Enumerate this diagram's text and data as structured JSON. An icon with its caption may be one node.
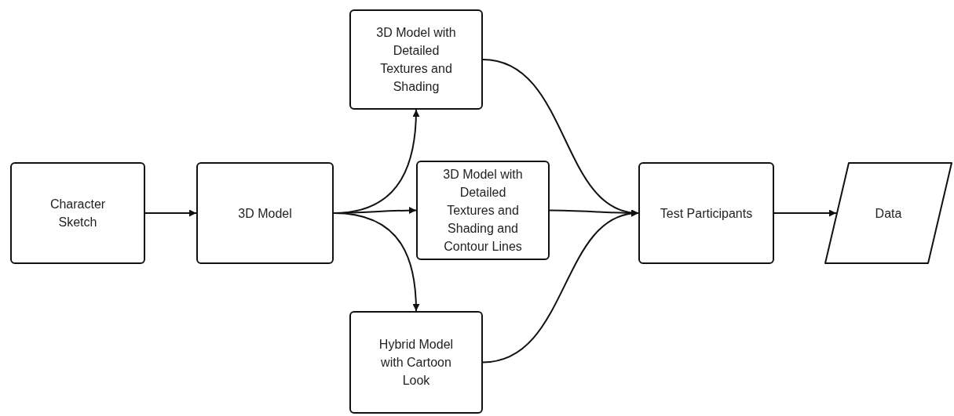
{
  "diagram": {
    "nodes": [
      {
        "text": [
          "Character Sketch"
        ]
      },
      {
        "text": [
          "3D Model"
        ]
      },
      {
        "text": [
          "3D Model with Detailed Textures and Shading"
        ]
      },
      {
        "text": [
          "3D Model with Detailed Textures and Shading and Contour Lines"
        ]
      },
      {
        "text": [
          "Hybrid Model with Cartoon Look"
        ]
      },
      {
        "text": [
          "Test Participants"
        ]
      },
      {
        "text": [
          "Data"
        ]
      }
    ],
    "edges": [
      {
        "from": 0,
        "to": 1,
        "arrow": "to"
      },
      {
        "from": 1,
        "to": 2,
        "arrow": "to"
      },
      {
        "from": 1,
        "to": 3,
        "arrow": "to"
      },
      {
        "from": 1,
        "to": 4,
        "arrow": "to"
      },
      {
        "from": 2,
        "to": 5,
        "arrow": "to"
      },
      {
        "from": 3,
        "to": 5,
        "arrow": "to"
      },
      {
        "from": 4,
        "to": 5,
        "arrow": "to"
      },
      {
        "from": 5,
        "to": 6,
        "arrow": "to"
      }
    ]
  }
}
